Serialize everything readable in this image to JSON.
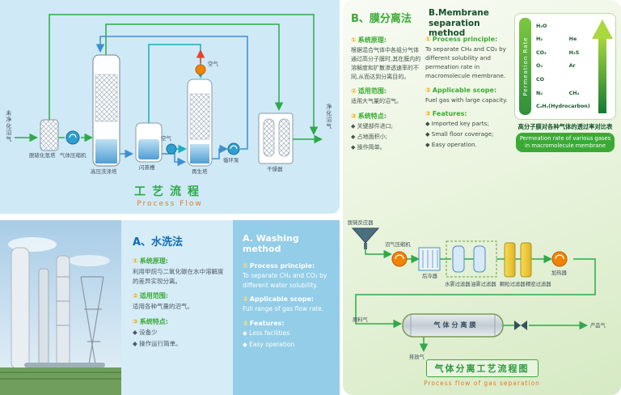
{
  "colors": {
    "accent_green": "#3aaa35",
    "accent_orange": "#f08300",
    "accent_blue": "#2f9fd0",
    "panel_blue": "#cfe9f6",
    "panel_green": "#e3f1d9"
  },
  "flow1": {
    "caption_cn": "工艺流程",
    "caption_en": "Process Flow",
    "labels": {
      "raw_gas": "未净化沼气",
      "desulfurizer": "脱硫化氢塔",
      "compressor": "气体压缩机",
      "washer": "高压洗涤塔",
      "flash_tank": "闪蒸槽",
      "air_top": "空气",
      "air_side": "空气",
      "regenerator": "再生塔",
      "circulation_pump": "循环泵",
      "dryer": "干燥器",
      "clean_gas": "净化沼气"
    }
  },
  "washing": {
    "title_cn": "A、水洗法",
    "title_en": "A. Washing method",
    "cn": {
      "h1_num": "①",
      "h1": "系统原理:",
      "p1": "利用甲烷与二氧化碳在水中溶解度的差异实现分离。",
      "h2_num": "②",
      "h2": "适用范围:",
      "p2": "适用各种气量的沼气。",
      "h3_num": "③",
      "h3": "系统特点:",
      "f1": "◆ 设备少",
      "f2": "◆ 操作运行简单。"
    },
    "en": {
      "h1_num": "①",
      "h1": "Process principle:",
      "p1": "To separate CH₄ and CO₂ by different water solubility.",
      "h2_num": "②",
      "h2": "Applicable scope:",
      "p2": "Full range of gas flow rate.",
      "h3_num": "③",
      "h3": "Features:",
      "f1": "◆ Less facilities",
      "f2": "◆ Easy operation"
    }
  },
  "membrane": {
    "title_cn": "B、膜分离法",
    "title_en": "B.Membrane separation method",
    "cn": {
      "h1_num": "①",
      "h1": "系统原理:",
      "p1": "根据混合气体中各组分气体通过高分子膜时,其在膜内的溶解度和扩散渗透速率的不同,从而达到分离目的。",
      "h2_num": "②",
      "h2": "适用范围:",
      "p2": "适用大气量的沼气。",
      "h3_num": "③",
      "h3": "系统特点:",
      "f1": "◆ 关键部件进口;",
      "f2": "◆ 占地面积小;",
      "f3": "◆ 操作简单。"
    },
    "en": {
      "h1_num": "①",
      "h1": "Process principle:",
      "p1": "To separate CH₄ and CO₂ by different solubility and permeation rate in macromolecule membrane.",
      "h2_num": "②",
      "h2": "Applicable scope:",
      "p2": "Fuel gas with large capacity.",
      "h3_num": "③",
      "h3": "Features:",
      "f1": "◆ Imported key parts;",
      "f2": "◆ Small floor coverage;",
      "f3": "◆ Easy operation."
    },
    "chart": {
      "rate_label": "Permeation Rate",
      "rows": [
        {
          "left": "H₂O",
          "right": ""
        },
        {
          "left": "H₂",
          "right": "He"
        },
        {
          "left": "CO₂",
          "right": "H₂S"
        },
        {
          "left": "O₂",
          "right": "Ar"
        },
        {
          "left": "CO",
          "right": ""
        },
        {
          "left": "N₂",
          "right": "CH₄"
        },
        {
          "left": "CₓHᵧ(Hydrocarbon)",
          "right": ""
        }
      ],
      "caption_cn": "高分子膜对各种气体的透过率对比表",
      "caption_en": "Permeation rate of various gases in macromolecule membrane"
    }
  },
  "flow2": {
    "labels": {
      "desulfurizer": "脱硫反应器",
      "compressor": "沼气压缩机",
      "aftercooler": "后冷器",
      "filter_water": "水雾过滤器",
      "filter_oil": "油雾过滤器",
      "filter_particle": "颗粒过滤器",
      "filter_fine": "精密过滤器",
      "heater": "加热器",
      "feed_gas": "原料气",
      "membrane_unit": "气体分离膜",
      "product_gas": "产品气",
      "vent_gas": "排放气"
    },
    "caption_cn": "气体分离工艺流程图",
    "caption_en": "Process flow of gas separation"
  }
}
